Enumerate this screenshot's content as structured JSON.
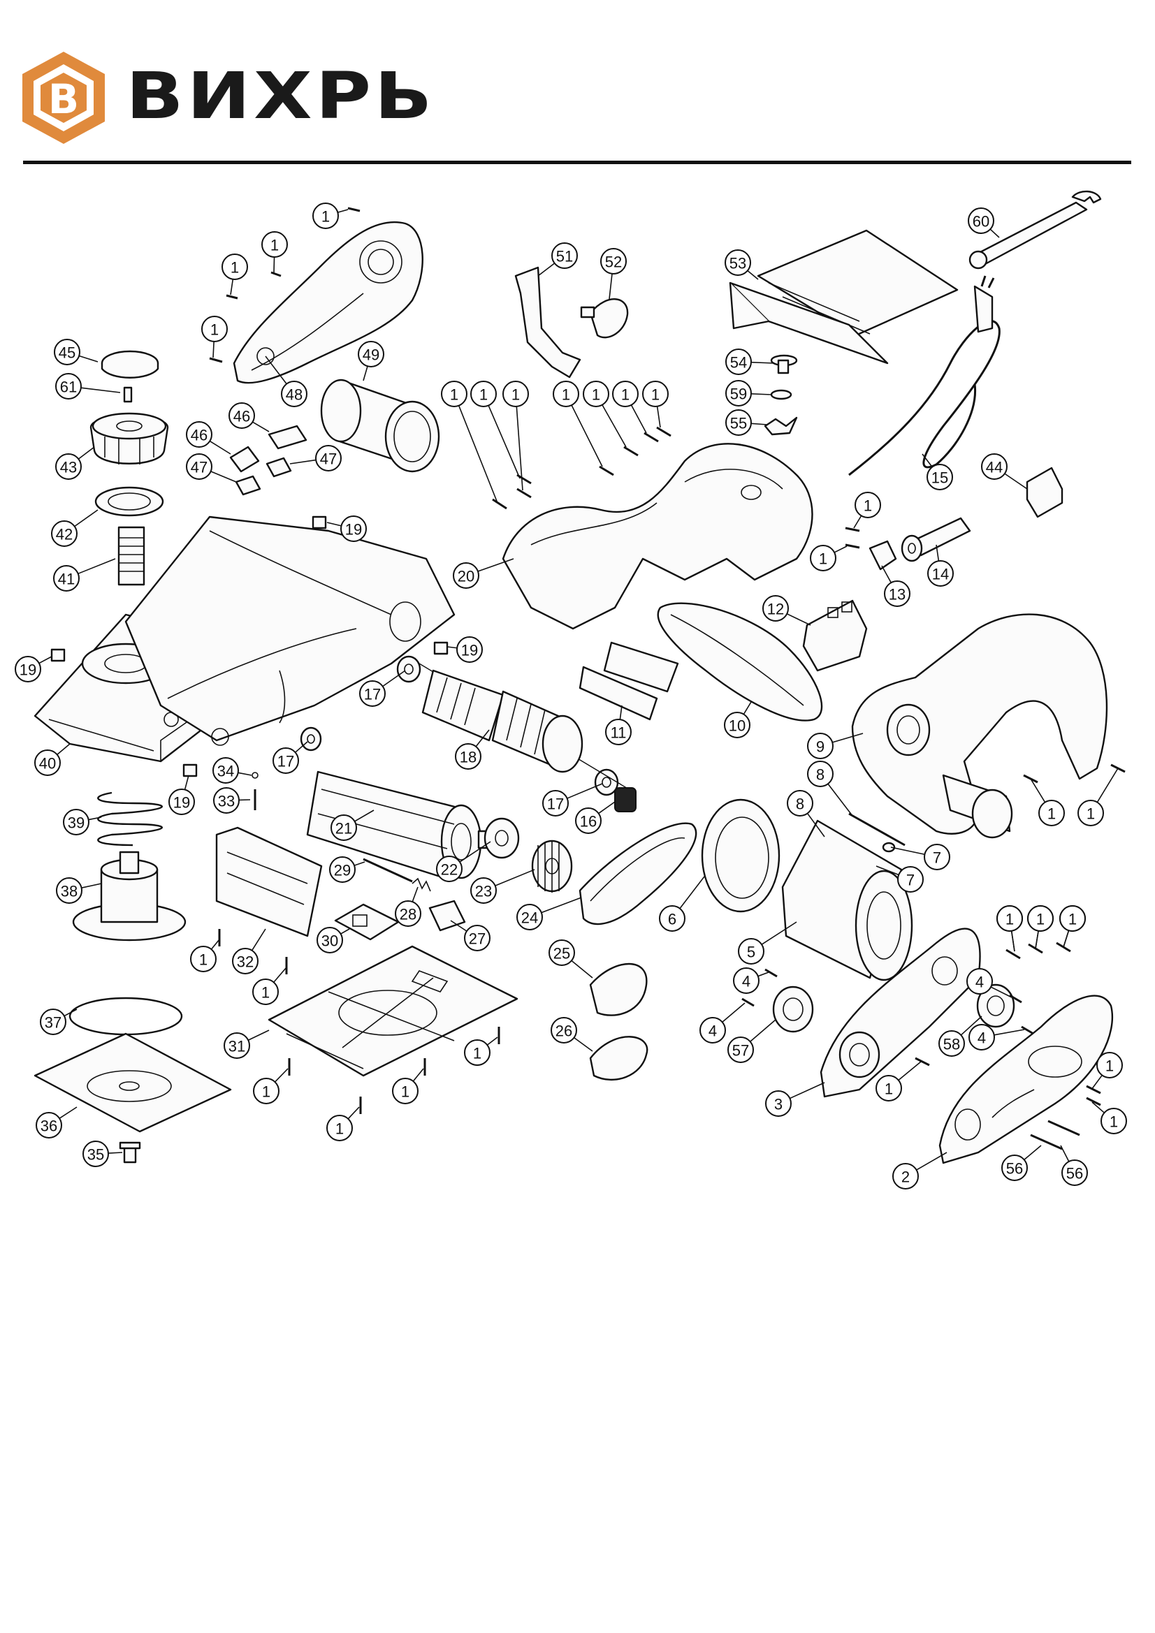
{
  "brand": {
    "name": "ВИХРЬ",
    "logo_letter": "В",
    "accent_color": "#e08a3c",
    "ink_color": "#1a1a1a"
  },
  "diagram": {
    "callouts": [
      {
        "label": "1"
      },
      {
        "label": "1"
      },
      {
        "label": "1"
      },
      {
        "label": "1"
      },
      {
        "label": "1"
      },
      {
        "label": "1"
      },
      {
        "label": "1"
      },
      {
        "label": "1"
      },
      {
        "label": "1"
      },
      {
        "label": "1"
      },
      {
        "label": "1"
      },
      {
        "label": "1"
      },
      {
        "label": "1"
      },
      {
        "label": "1"
      },
      {
        "label": "1"
      },
      {
        "label": "1"
      },
      {
        "label": "1"
      },
      {
        "label": "1"
      },
      {
        "label": "1"
      },
      {
        "label": "1"
      },
      {
        "label": "1"
      },
      {
        "label": "1"
      },
      {
        "label": "1"
      },
      {
        "label": "1"
      },
      {
        "label": "1"
      },
      {
        "label": "1"
      },
      {
        "label": "1"
      },
      {
        "label": "1"
      },
      {
        "label": "1"
      },
      {
        "label": "1"
      },
      {
        "label": "2"
      },
      {
        "label": "3"
      },
      {
        "label": "4"
      },
      {
        "label": "4"
      },
      {
        "label": "4"
      },
      {
        "label": "4"
      },
      {
        "label": "5"
      },
      {
        "label": "6"
      },
      {
        "label": "7"
      },
      {
        "label": "7"
      },
      {
        "label": "8"
      },
      {
        "label": "8"
      },
      {
        "label": "9"
      },
      {
        "label": "10"
      },
      {
        "label": "11"
      },
      {
        "label": "12"
      },
      {
        "label": "13"
      },
      {
        "label": "14"
      },
      {
        "label": "15"
      },
      {
        "label": "16"
      },
      {
        "label": "17"
      },
      {
        "label": "17"
      },
      {
        "label": "17"
      },
      {
        "label": "18"
      },
      {
        "label": "19"
      },
      {
        "label": "19"
      },
      {
        "label": "19"
      },
      {
        "label": "19"
      },
      {
        "label": "20"
      },
      {
        "label": "21"
      },
      {
        "label": "22"
      },
      {
        "label": "23"
      },
      {
        "label": "24"
      },
      {
        "label": "25"
      },
      {
        "label": "26"
      },
      {
        "label": "27"
      },
      {
        "label": "28"
      },
      {
        "label": "29"
      },
      {
        "label": "30"
      },
      {
        "label": "31"
      },
      {
        "label": "32"
      },
      {
        "label": "33"
      },
      {
        "label": "34"
      },
      {
        "label": "35"
      },
      {
        "label": "36"
      },
      {
        "label": "37"
      },
      {
        "label": "38"
      },
      {
        "label": "39"
      },
      {
        "label": "40"
      },
      {
        "label": "41"
      },
      {
        "label": "42"
      },
      {
        "label": "43"
      },
      {
        "label": "44"
      },
      {
        "label": "45"
      },
      {
        "label": "46"
      },
      {
        "label": "46"
      },
      {
        "label": "47"
      },
      {
        "label": "47"
      },
      {
        "label": "48"
      },
      {
        "label": "49"
      },
      {
        "label": "51"
      },
      {
        "label": "52"
      },
      {
        "label": "53"
      },
      {
        "label": "54"
      },
      {
        "label": "55"
      },
      {
        "label": "56"
      },
      {
        "label": "56"
      },
      {
        "label": "57"
      },
      {
        "label": "58"
      },
      {
        "label": "59"
      },
      {
        "label": "60"
      },
      {
        "label": "61"
      }
    ]
  }
}
